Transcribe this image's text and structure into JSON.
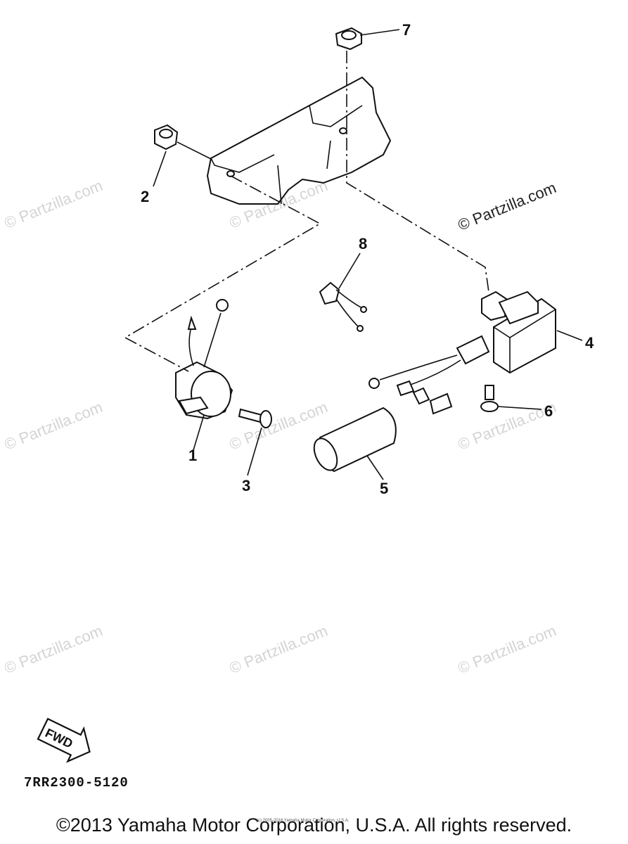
{
  "callouts": [
    "1",
    "2",
    "3",
    "4",
    "5",
    "6",
    "7",
    "8"
  ],
  "watermark": "© Partzilla.com",
  "fwd_label": "FWD",
  "diagram_code": "7RR2300-5120",
  "copyright": "©2013 Yamaha Motor Corporation, U.S.A. All rights reserved.",
  "small_note": "(c) 2005-2016 Yamaha Motor Corporation, U.S.A."
}
